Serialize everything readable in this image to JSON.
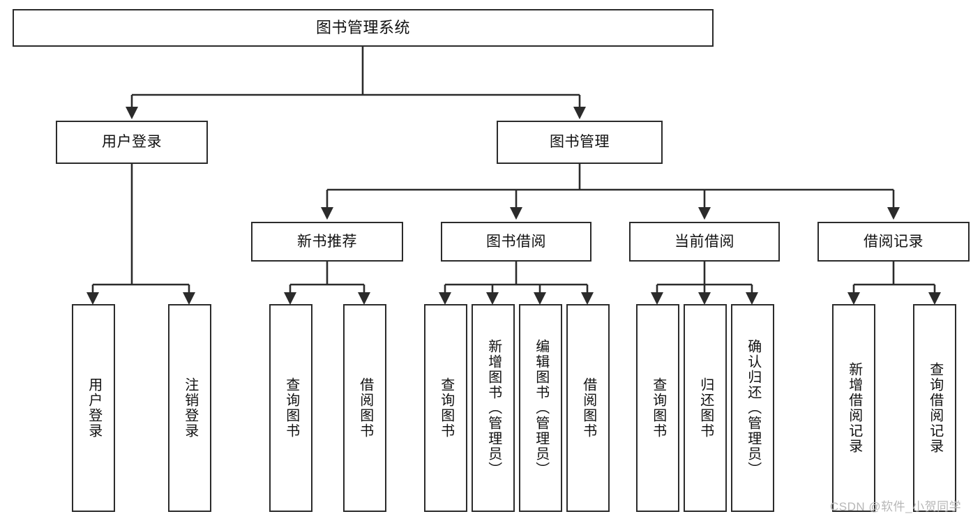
{
  "diagram": {
    "title": "图书管理系统",
    "type": "tree",
    "orientation": "top-down",
    "colors": {
      "background": "#ffffff",
      "box_border": "#2b2b2b",
      "box_fill": "#ffffff",
      "connector": "#2b2b2b",
      "text": "#111111",
      "watermark": "#b7b7b7"
    },
    "root": {
      "label": "图书管理系统"
    },
    "level2": [
      {
        "label": "用户登录"
      },
      {
        "label": "图书管理"
      }
    ],
    "level3": [
      {
        "label": "新书推荐"
      },
      {
        "label": "图书借阅"
      },
      {
        "label": "当前借阅"
      },
      {
        "label": "借阅记录"
      }
    ],
    "leaves": {
      "user_login": [
        {
          "label": "用户登录"
        },
        {
          "label": "注销登录"
        }
      ],
      "new_book_recommend": [
        {
          "label": "查询图书"
        },
        {
          "label": "借阅图书"
        }
      ],
      "book_borrow": [
        {
          "label": "查询图书"
        },
        {
          "label": "新增图书（管理员）"
        },
        {
          "label": "编辑图书（管理员）"
        },
        {
          "label": "借阅图书"
        }
      ],
      "current_borrow": [
        {
          "label": "查询图书"
        },
        {
          "label": "归还图书"
        },
        {
          "label": "确认归还（管理员）"
        }
      ],
      "borrow_record": [
        {
          "label": "新增借阅记录"
        },
        {
          "label": "查询借阅记录"
        }
      ]
    }
  },
  "watermark": {
    "text": "CSDN @软件_小贺同学"
  }
}
